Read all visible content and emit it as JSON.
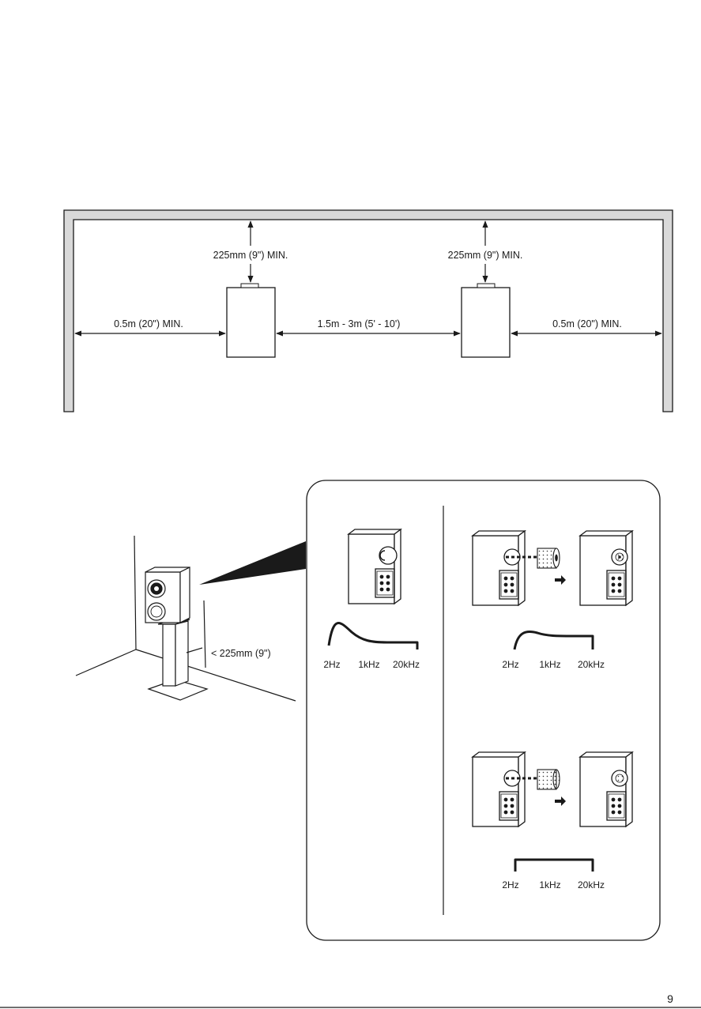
{
  "room_layout": {
    "wall_clearance_left": "225mm (9\") MIN.",
    "wall_clearance_right": "225mm (9\") MIN.",
    "side_clearance_left": "0.5m (20\") MIN.",
    "speaker_spacing": "1.5m - 3m (5' - 10')",
    "side_clearance_right": "0.5m (20\") MIN."
  },
  "stand_diagram": {
    "distance_label": "< 225mm (9\")"
  },
  "port_options": [
    {
      "freq_labels": [
        "2Hz",
        "1kHz",
        "20kHz"
      ]
    },
    {
      "freq_labels": [
        "2Hz",
        "1kHz",
        "20kHz"
      ]
    },
    {
      "freq_labels": [
        "2Hz",
        "1kHz",
        "20kHz"
      ]
    }
  ],
  "page_number": "9"
}
